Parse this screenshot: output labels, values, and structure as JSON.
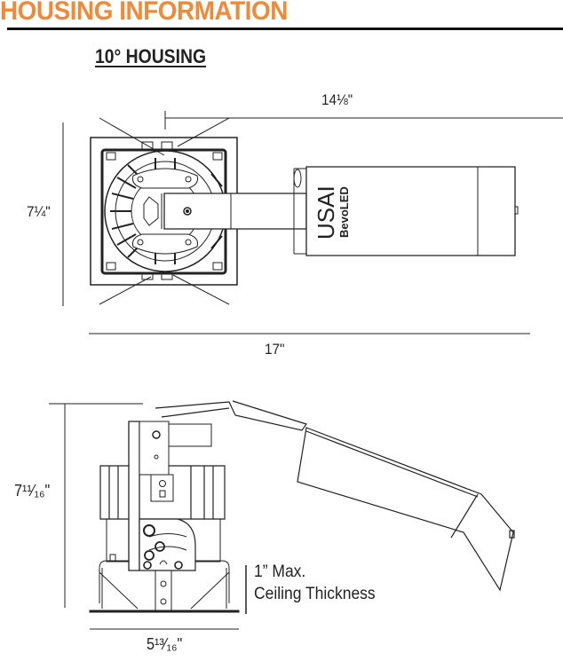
{
  "header": {
    "title": "HOUSING INFORMATION",
    "accent_color": "#ee8a3a"
  },
  "section": {
    "title": "10° HOUSING"
  },
  "top_view": {
    "dim_length_to_driver": "14⅛\"",
    "dim_height": "7¼\"",
    "dim_overall_length": "17\"",
    "brand_logo": "USAI",
    "brand_sub": "BevoLED"
  },
  "side_view": {
    "dim_height": "7¹¹⁄₁₆\"",
    "dim_width": "5¹³⁄₁₆\"",
    "ceiling_note_line1": "1” Max.",
    "ceiling_note_line2": "Ceiling Thickness"
  }
}
